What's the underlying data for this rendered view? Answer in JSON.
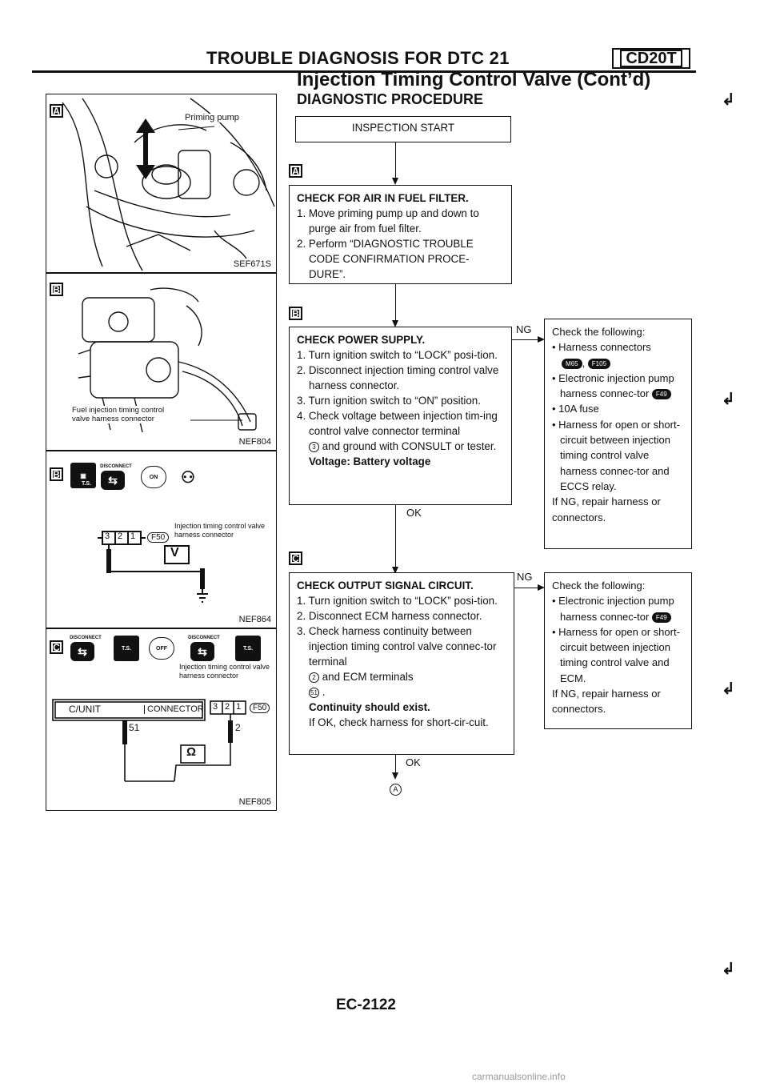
{
  "header": {
    "title": "TROUBLE DIAGNOSIS FOR DTC 21",
    "engine_code": "CD20T",
    "section_title": "Injection Timing Control Valve (Cont’d)",
    "procedure_title": "DIAGNOSTIC PROCEDURE"
  },
  "figures": {
    "fig_a": {
      "marker": "A",
      "label": "Priming pump",
      "ref": "SEF671S"
    },
    "fig_b1": {
      "marker": "B",
      "label": "Fuel injection timing control valve harness connector",
      "ref": "NEF804"
    },
    "fig_b2": {
      "marker": "B",
      "badges": [
        "DISCONNECT",
        "T.S.",
        "ON"
      ],
      "connector_label": "Injection timing control valve harness connector",
      "connector_id": "F50",
      "pins": [
        "3",
        "2",
        "1"
      ],
      "meter": "V",
      "ref": "NEF864"
    },
    "fig_c": {
      "marker": "C",
      "badges": [
        "DISCONNECT",
        "T.S.",
        "OFF",
        "DISCONNECT",
        "T.S."
      ],
      "connector_label": "Injection timing control valve harness connector",
      "cunit_label": "C/UNIT",
      "cunit_connector": "CONNECTOR",
      "cunit_pin": "51",
      "connector_id": "F50",
      "pins": [
        "3",
        "2",
        "1"
      ],
      "pin_probe": "2",
      "meter": "Ω",
      "ref": "NEF805"
    }
  },
  "flow": {
    "start": "INSPECTION START",
    "marker_a": "A",
    "step_a": {
      "heading": "CHECK FOR AIR IN FUEL FILTER.",
      "items": [
        "1. Move priming pump up and down to purge air from fuel filter.",
        "2. Perform “DIAGNOSTIC TROUBLE CODE CONFIRMATION PROCE-DURE”."
      ]
    },
    "marker_b": "B",
    "step_b": {
      "heading": "CHECK POWER SUPPLY.",
      "items": [
        "1. Turn ignition switch to “LOCK” posi-tion.",
        "2. Disconnect injection timing control valve harness connector.",
        "3. Turn ignition switch to “ON” position.",
        "4. Check voltage between injection tim-ing control valve connector terminal"
      ],
      "terminal": "3",
      "terminal_tail": "and ground with CONSULT or tester.",
      "spec": "Voltage: Battery voltage"
    },
    "ng_b": {
      "label": "NG",
      "intro": "Check the following:",
      "items": [
        "Harness connectors",
        "Electronic injection pump harness connec-tor",
        "10A fuse",
        "Harness for open or short-circuit between injection timing control valve harness connec-tor and ECCS relay."
      ],
      "connectors_1": [
        "M65",
        "F105"
      ],
      "connectors_2": [
        "F49"
      ],
      "footer": "If NG, repair harness or connectors."
    },
    "ok_1": "OK",
    "marker_c": "C",
    "step_c": {
      "heading": "CHECK OUTPUT SIGNAL CIRCUIT.",
      "items": [
        "1. Turn ignition switch to “LOCK” posi-tion.",
        "2. Disconnect ECM harness connector.",
        "3. Check harness continuity between injection timing control valve connec-tor terminal"
      ],
      "terminal_a": "2",
      "terminal_mid": "and ECM terminals",
      "terminal_b": "51",
      "spec": "Continuity should exist.",
      "tail": "If OK, check harness for short-cir-cuit."
    },
    "ng_c": {
      "label": "NG",
      "intro": "Check the following:",
      "items": [
        "Electronic injection pump harness connec-tor",
        "Harness for open or short-circuit between injection timing control valve and ECM."
      ],
      "connectors": [
        "F49"
      ],
      "footer": "If NG, repair harness or connectors."
    },
    "ok_2": "OK",
    "continue_marker": "A"
  },
  "footer": {
    "page_number": "EC-2122",
    "watermark": "carmanualsonline.info"
  }
}
